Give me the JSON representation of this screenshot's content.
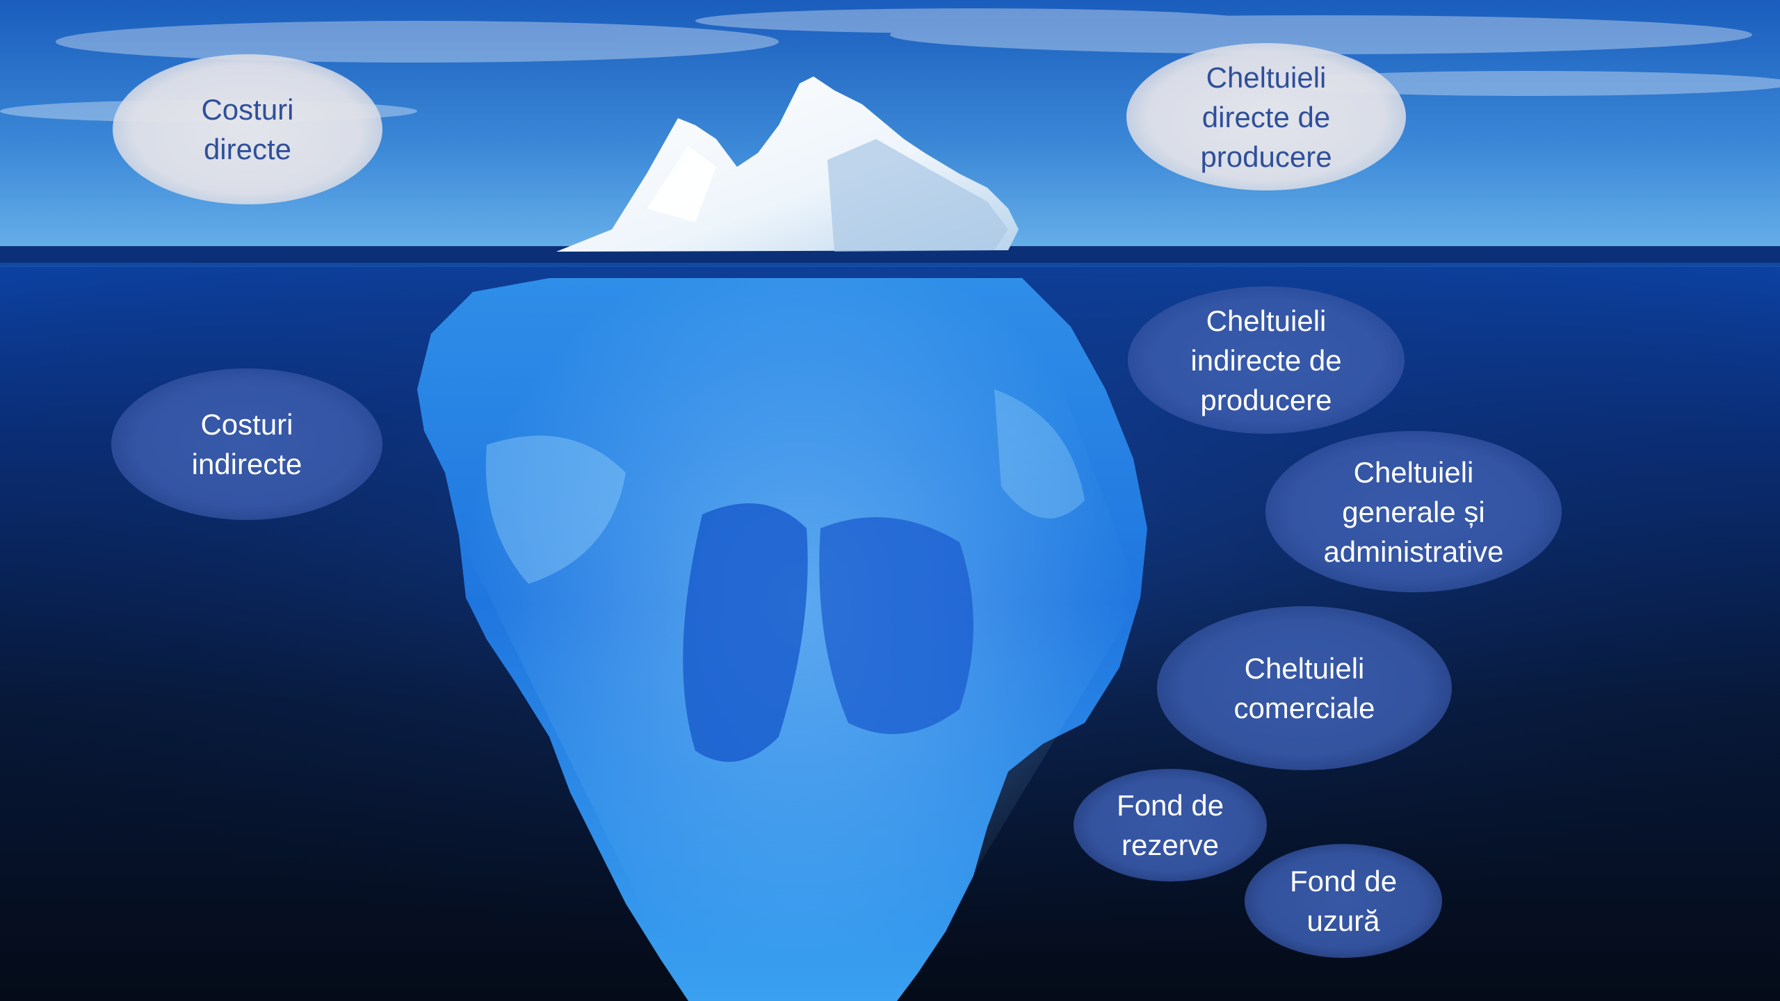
{
  "diagram": {
    "top_bubbles": [
      {
        "id": "costuri-directe",
        "text": "Costuri\ndirecte"
      },
      {
        "id": "cheltuieli-directe",
        "text": "Cheltuieli\ndirecte de\nproducere"
      }
    ],
    "bottom_bubbles": [
      {
        "id": "costuri-indirecte",
        "text": "Costuri\nindirecte"
      },
      {
        "id": "cheltuieli-indirecte",
        "text": "Cheltuieli\nindirecte de\nproducere"
      },
      {
        "id": "cheltuieli-generale",
        "text": "Cheltuieli\ngenerale și\nadministrative"
      },
      {
        "id": "cheltuieli-comerciale",
        "text": "Cheltuieli\ncomerciale"
      },
      {
        "id": "fond-rezerve",
        "text": "Fond de\nrezerve"
      },
      {
        "id": "fond-uzura",
        "text": "Fond de\nuzură"
      }
    ]
  },
  "colors": {
    "sky_top": "#1c63c0",
    "sky_bottom": "#5aa5e4",
    "water_top": "#0d3fa0",
    "water_bottom": "#06101f",
    "ice_above": "#f3f8fc",
    "ice_below": "#2e8fe6",
    "light_bubble_text": "#2f4f9a",
    "dark_bubble_text": "#ffffff"
  }
}
